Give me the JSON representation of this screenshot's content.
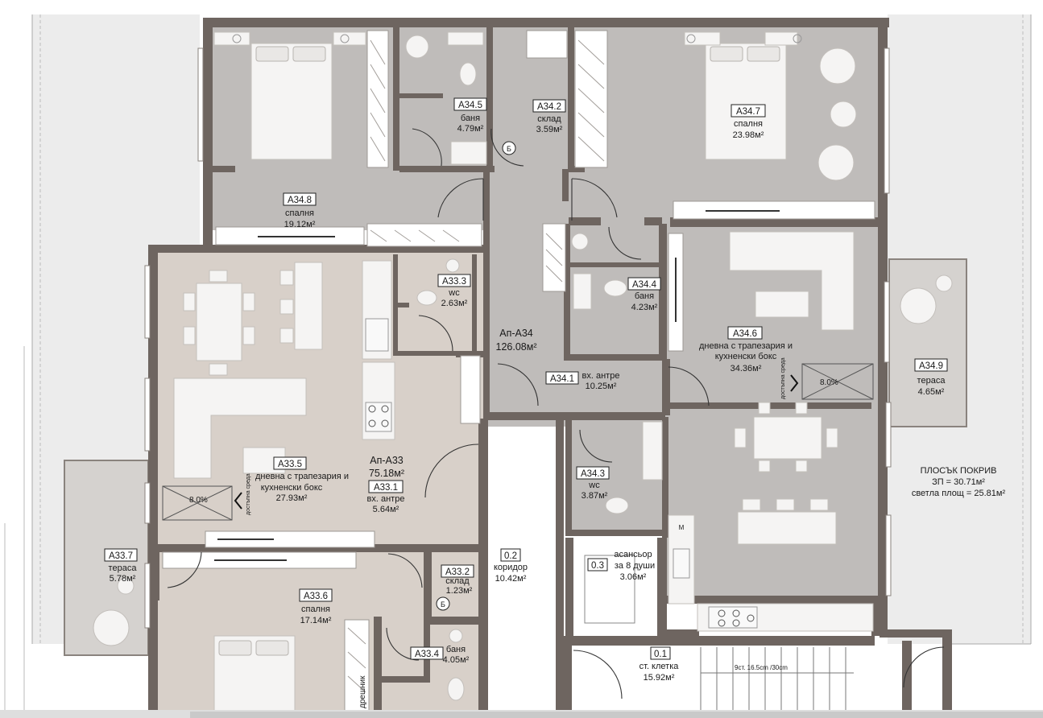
{
  "rooms": {
    "a348": {
      "code": "A34.8",
      "name": "спалня",
      "area": "19.12м²"
    },
    "a345": {
      "code": "A34.5",
      "name": "баня",
      "area": "4.79м²"
    },
    "a342": {
      "code": "A34.2",
      "name": "склад",
      "area": "3.59м²"
    },
    "a347": {
      "code": "A34.7",
      "name": "спалня",
      "area": "23.98м²"
    },
    "a333": {
      "code": "A33.3",
      "name": "wc",
      "area": "2.63м²"
    },
    "a344": {
      "code": "A34.4",
      "name": "баня",
      "area": "4.23м²"
    },
    "a346": {
      "code": "A34.6",
      "name1": "дневна с трапезария и",
      "name2": "кухненски бокс",
      "area": "34.36м²"
    },
    "a341": {
      "code": "A34.1",
      "name": "вх. антре",
      "area": "10.25м²"
    },
    "a349": {
      "code": "A34.9",
      "name": "тераса",
      "area": "4.65м²"
    },
    "a335": {
      "code": "A33.5",
      "name1": "дневна с трапезария и",
      "name2": "кухненски бокс",
      "area": "27.93м²"
    },
    "a331": {
      "code": "A33.1",
      "name": "вх. антре",
      "area": "5.64м²"
    },
    "a343": {
      "code": "A34.3",
      "name": "wc",
      "area": "3.87м²"
    },
    "a337": {
      "code": "A33.7",
      "name": "тераса",
      "area": "5.78м²"
    },
    "a336": {
      "code": "A33.6",
      "name": "спалня",
      "area": "17.14м²"
    },
    "a332": {
      "code": "A33.2",
      "name": "склад",
      "area": "1.23м²"
    },
    "a334": {
      "code": "A33.4",
      "name": "баня",
      "area": "4.05м²"
    },
    "r02": {
      "code": "0.2",
      "name": "коридор",
      "area": "10.42м²"
    },
    "r03": {
      "code": "0.3",
      "name1": "асансьор",
      "name2": "за 8 души",
      "area": "3.06м²"
    },
    "r01": {
      "code": "0.1",
      "name": "ст. клетка",
      "area": "15.92м²"
    }
  },
  "apartments": {
    "ap34": {
      "name": "Ап-А34",
      "area": "126.08м²"
    },
    "ap33": {
      "name": "Ап-А33",
      "area": "75.18м²"
    }
  },
  "roof": {
    "title": "ПЛОСЪК ПОКРИВ",
    "line1": "ЗП = 30.71м²",
    "line2": "светла площ = 25.81м²"
  },
  "misc": {
    "stairs_note": "9ст. 16.5cm /30cm",
    "wardrobe_label": "дрешник",
    "store_mark_1": "Б",
    "store_mark_2": "Б",
    "ramp_1": "8.0%",
    "ramp_2": "8.0%",
    "access_1": "достъпна среда",
    "access_2": "достъпна среда",
    "elevator_mark": "M"
  },
  "colors": {
    "apartment_a34": "#bfbcba",
    "apartment_a33": "#d8d0c9",
    "common": "#ffffff",
    "terrace": "#d5d2cf",
    "roof": "#ececec",
    "wall": "#6e6560"
  }
}
